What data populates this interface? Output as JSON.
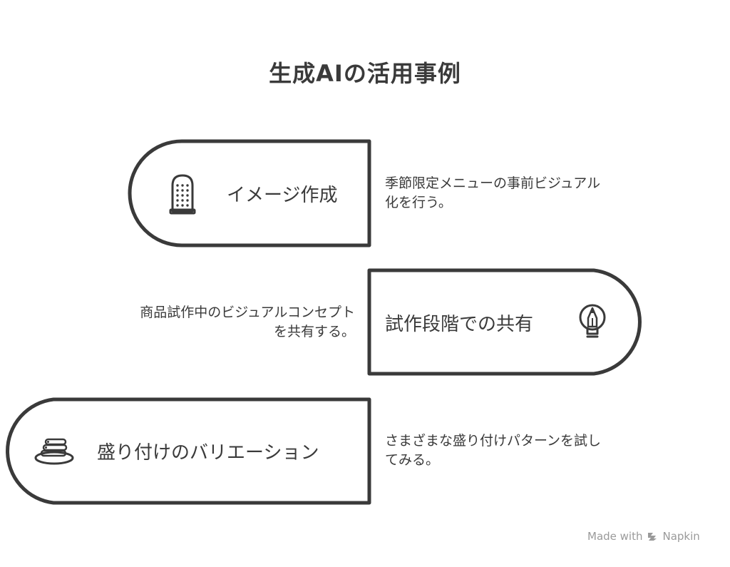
{
  "title": "生成AIの活用事例",
  "items": [
    {
      "label": "イメージ作成",
      "description": "季節限定メニューの事前ビジュアル化を行う。",
      "icon": "grater-icon"
    },
    {
      "label": "試作段階での共有",
      "description": "商品試作中のビジュアルコンセプトを共有する。",
      "icon": "lightbulb-pencil-icon"
    },
    {
      "label": "盛り付けのバリエーション",
      "description": "さまざまな盛り付けパターンを試してみる。",
      "icon": "dish-icon"
    }
  ],
  "watermark": {
    "prefix": "Made with",
    "brand": "Napkin"
  },
  "colors": {
    "stroke": "#3a3a3a",
    "text": "#3a3a3a",
    "watermark": "#9a9a9a"
  }
}
